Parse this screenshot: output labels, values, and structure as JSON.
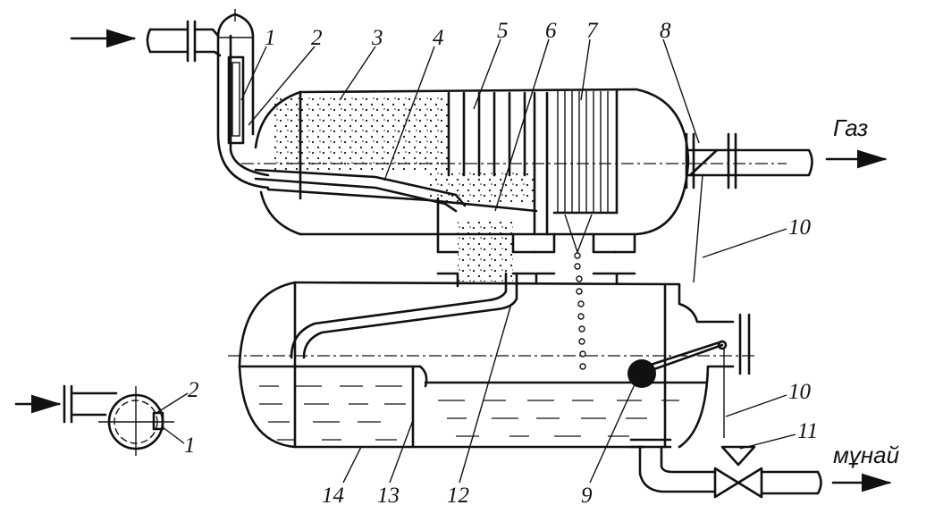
{
  "labels": {
    "gas": "Газ",
    "oil": "мұнай",
    "n1": "1",
    "n2": "2",
    "n3": "3",
    "n4": "4",
    "n5": "5",
    "n6": "6",
    "n7": "7",
    "n8": "8",
    "n9": "9",
    "n10": "10",
    "n11": "11",
    "n12": "12",
    "n13": "13",
    "n14": "14"
  }
}
